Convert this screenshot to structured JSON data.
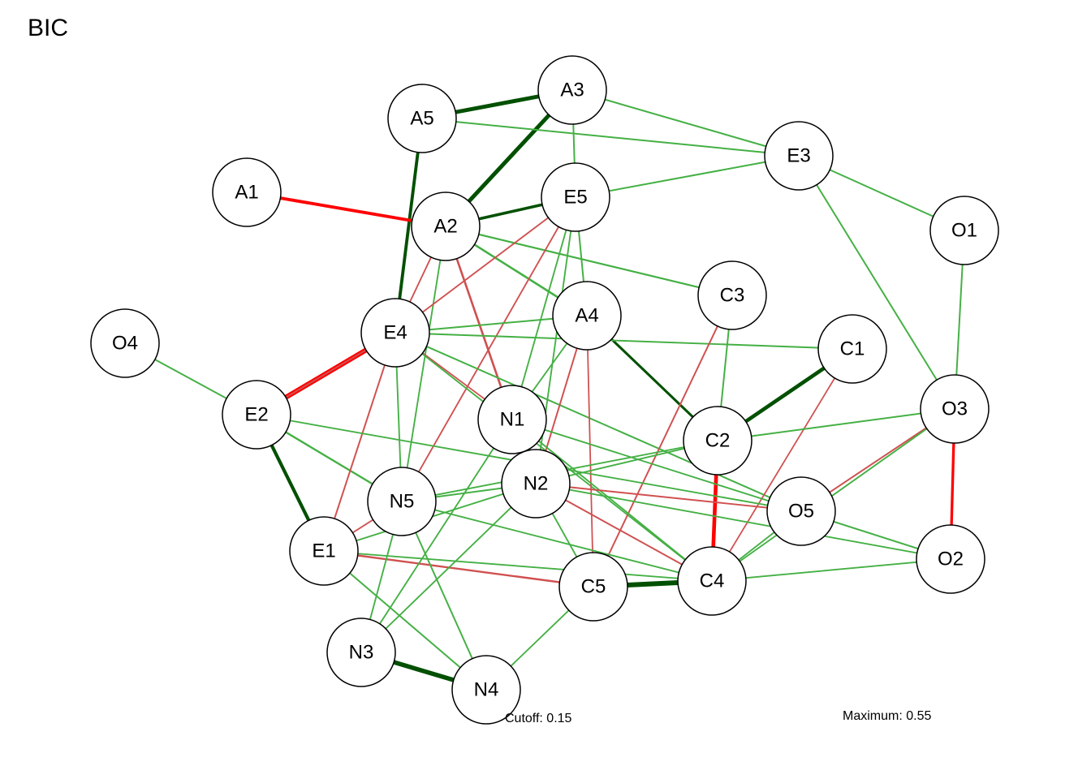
{
  "title": "BIC",
  "cutoff_label": "Cutoff: 0.15",
  "maximum_label": "Maximum: 0.55",
  "colors": {
    "positive_strong": "#005000",
    "positive_weak": "#44b044",
    "negative_strong": "#ff0000",
    "negative_weak": "#d05050"
  },
  "nodes": [
    "A1",
    "A2",
    "A3",
    "A4",
    "A5",
    "C1",
    "C2",
    "C3",
    "C4",
    "C5",
    "E1",
    "E2",
    "E3",
    "E4",
    "E5",
    "N1",
    "N2",
    "N3",
    "N4",
    "N5",
    "O1",
    "O2",
    "O3",
    "O4",
    "O5"
  ],
  "edges": [
    {
      "from": "A5",
      "to": "A3",
      "sign": "positive",
      "weight": 0.45
    },
    {
      "from": "A2",
      "to": "A3",
      "sign": "positive",
      "weight": 0.45
    },
    {
      "from": "A5",
      "to": "E4",
      "sign": "positive",
      "weight": 0.35
    },
    {
      "from": "A1",
      "to": "A2",
      "sign": "negative",
      "weight": 0.35
    },
    {
      "from": "A2",
      "to": "E5",
      "sign": "positive",
      "weight": 0.32
    },
    {
      "from": "E2",
      "to": "E4",
      "sign": "negative",
      "weight": 0.55
    },
    {
      "from": "E2",
      "to": "E1",
      "sign": "positive",
      "weight": 0.38
    },
    {
      "from": "C1",
      "to": "C2",
      "sign": "positive",
      "weight": 0.42
    },
    {
      "from": "C2",
      "to": "C4",
      "sign": "negative",
      "weight": 0.42
    },
    {
      "from": "C5",
      "to": "C4",
      "sign": "positive",
      "weight": 0.55
    },
    {
      "from": "N3",
      "to": "N4",
      "sign": "positive",
      "weight": 0.5
    },
    {
      "from": "O3",
      "to": "O2",
      "sign": "negative",
      "weight": 0.3
    },
    {
      "from": "A4",
      "to": "C2",
      "sign": "positive",
      "weight": 0.28
    },
    {
      "from": "A2",
      "to": "A4",
      "sign": "positive",
      "weight": 0.24
    },
    {
      "from": "A2",
      "to": "N1",
      "sign": "negative",
      "weight": 0.24
    },
    {
      "from": "E2",
      "to": "N5",
      "sign": "positive",
      "weight": 0.22
    },
    {
      "from": "E1",
      "to": "C5",
      "sign": "negative",
      "weight": 0.22
    },
    {
      "from": "A3",
      "to": "E3",
      "sign": "positive",
      "weight": 0.18
    },
    {
      "from": "A5",
      "to": "E3",
      "sign": "positive",
      "weight": 0.18
    },
    {
      "from": "A3",
      "to": "E5",
      "sign": "positive",
      "weight": 0.18
    },
    {
      "from": "E5",
      "to": "E3",
      "sign": "positive",
      "weight": 0.18
    },
    {
      "from": "E3",
      "to": "O1",
      "sign": "positive",
      "weight": 0.18
    },
    {
      "from": "E3",
      "to": "O3",
      "sign": "positive",
      "weight": 0.18
    },
    {
      "from": "O1",
      "to": "O3",
      "sign": "positive",
      "weight": 0.18
    },
    {
      "from": "O4",
      "to": "E2",
      "sign": "positive",
      "weight": 0.18
    },
    {
      "from": "A2",
      "to": "C3",
      "sign": "positive",
      "weight": 0.2
    },
    {
      "from": "A2",
      "to": "E4",
      "sign": "negative",
      "weight": 0.17
    },
    {
      "from": "A2",
      "to": "N5",
      "sign": "positive",
      "weight": 0.17
    },
    {
      "from": "E5",
      "to": "A4",
      "sign": "positive",
      "weight": 0.18
    },
    {
      "from": "E5",
      "to": "E4",
      "sign": "negative",
      "weight": 0.17
    },
    {
      "from": "E5",
      "to": "N5",
      "sign": "negative",
      "weight": 0.17
    },
    {
      "from": "E5",
      "to": "N1",
      "sign": "positive",
      "weight": 0.17
    },
    {
      "from": "E5",
      "to": "N2",
      "sign": "positive",
      "weight": 0.17
    },
    {
      "from": "E4",
      "to": "A4",
      "sign": "positive",
      "weight": 0.18
    },
    {
      "from": "E4",
      "to": "C1",
      "sign": "positive",
      "weight": 0.18
    },
    {
      "from": "E4",
      "to": "N1",
      "sign": "negative",
      "weight": 0.16
    },
    {
      "from": "E4",
      "to": "E1",
      "sign": "negative",
      "weight": 0.18
    },
    {
      "from": "E4",
      "to": "N5",
      "sign": "positive",
      "weight": 0.17
    },
    {
      "from": "E4",
      "to": "O5",
      "sign": "positive",
      "weight": 0.18
    },
    {
      "from": "E4",
      "to": "C4",
      "sign": "positive",
      "weight": 0.17
    },
    {
      "from": "E4",
      "to": "E2",
      "sign": "negative",
      "weight": 0.17
    },
    {
      "from": "A4",
      "to": "N1",
      "sign": "positive",
      "weight": 0.17
    },
    {
      "from": "A4",
      "to": "N2",
      "sign": "negative",
      "weight": 0.18
    },
    {
      "from": "A4",
      "to": "C5",
      "sign": "negative",
      "weight": 0.16
    },
    {
      "from": "C3",
      "to": "C2",
      "sign": "positive",
      "weight": 0.18
    },
    {
      "from": "C3",
      "to": "C5",
      "sign": "negative",
      "weight": 0.18
    },
    {
      "from": "C1",
      "to": "C4",
      "sign": "negative",
      "weight": 0.16
    },
    {
      "from": "O3",
      "to": "C2",
      "sign": "positive",
      "weight": 0.18
    },
    {
      "from": "O3",
      "to": "O5",
      "sign": "negative",
      "weight": 0.18
    },
    {
      "from": "O3",
      "to": "C4",
      "sign": "positive",
      "weight": 0.17
    },
    {
      "from": "O5",
      "to": "C4",
      "sign": "positive",
      "weight": 0.17
    },
    {
      "from": "O5",
      "to": "O2",
      "sign": "positive",
      "weight": 0.18
    },
    {
      "from": "C4",
      "to": "O2",
      "sign": "positive",
      "weight": 0.17
    },
    {
      "from": "C2",
      "to": "N2",
      "sign": "positive",
      "weight": 0.17
    },
    {
      "from": "C2",
      "to": "N5",
      "sign": "positive",
      "weight": 0.17
    },
    {
      "from": "N1",
      "to": "N2",
      "sign": "positive",
      "weight": 0.2
    },
    {
      "from": "N1",
      "to": "O5",
      "sign": "positive",
      "weight": 0.17
    },
    {
      "from": "N1",
      "to": "C4",
      "sign": "positive",
      "weight": 0.17
    },
    {
      "from": "N1",
      "to": "N3",
      "sign": "positive",
      "weight": 0.17
    },
    {
      "from": "N2",
      "to": "N5",
      "sign": "positive",
      "weight": 0.18
    },
    {
      "from": "N2",
      "to": "E1",
      "sign": "positive",
      "weight": 0.17
    },
    {
      "from": "N2",
      "to": "N3",
      "sign": "positive",
      "weight": 0.17
    },
    {
      "from": "N2",
      "to": "O5",
      "sign": "negative",
      "weight": 0.18
    },
    {
      "from": "N2",
      "to": "C4",
      "sign": "negative",
      "weight": 0.18
    },
    {
      "from": "N2",
      "to": "C5",
      "sign": "positive",
      "weight": 0.17
    },
    {
      "from": "N2",
      "to": "O2",
      "sign": "positive",
      "weight": 0.17
    },
    {
      "from": "E2",
      "to": "O5",
      "sign": "positive",
      "weight": 0.17
    },
    {
      "from": "N5",
      "to": "E1",
      "sign": "negative",
      "weight": 0.17
    },
    {
      "from": "N5",
      "to": "N3",
      "sign": "positive",
      "weight": 0.17
    },
    {
      "from": "N5",
      "to": "N4",
      "sign": "positive",
      "weight": 0.18
    },
    {
      "from": "N5",
      "to": "C4",
      "sign": "positive",
      "weight": 0.17
    },
    {
      "from": "E1",
      "to": "C4",
      "sign": "positive",
      "weight": 0.17
    },
    {
      "from": "E1",
      "to": "N4",
      "sign": "positive",
      "weight": 0.18
    },
    {
      "from": "N4",
      "to": "C5",
      "sign": "positive",
      "weight": 0.17
    }
  ]
}
